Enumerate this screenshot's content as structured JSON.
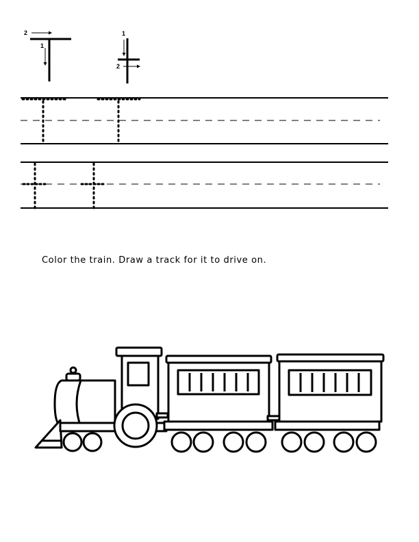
{
  "letters": {
    "uppercase": {
      "glyph": "T",
      "stroke_numbers": [
        "1",
        "2"
      ]
    },
    "lowercase": {
      "glyph": "t",
      "stroke_numbers": [
        "1",
        "2"
      ]
    }
  },
  "instruction": "Color the train. Draw a track for it to drive on."
}
